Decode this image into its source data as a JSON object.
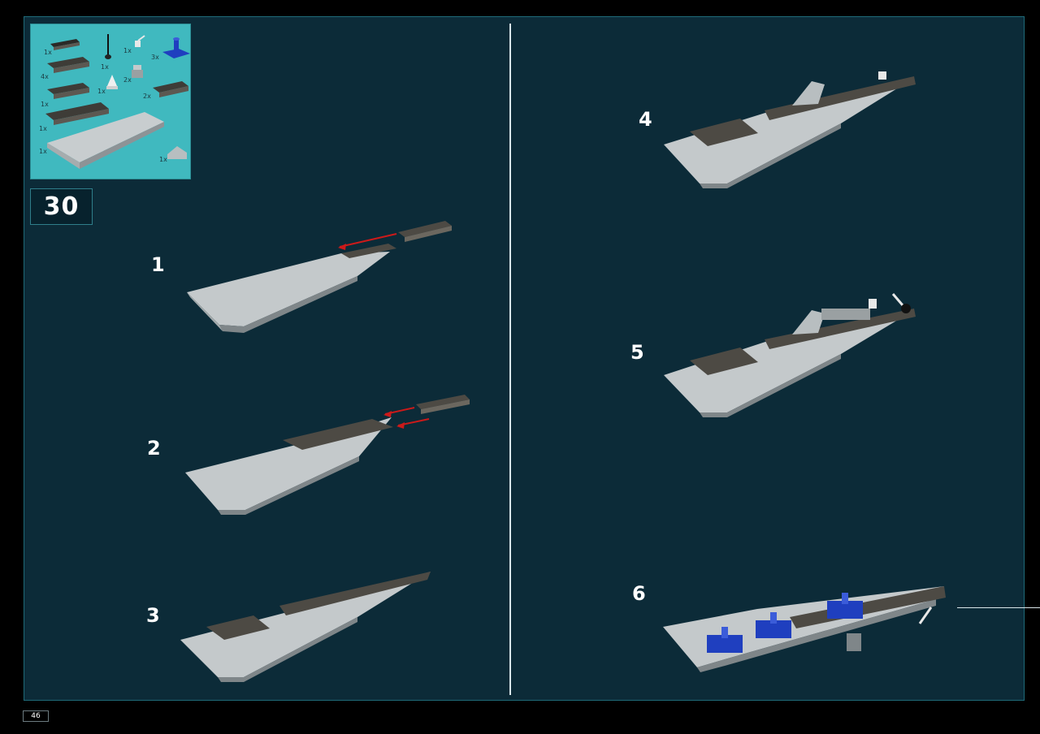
{
  "step": {
    "number": "30"
  },
  "substeps": [
    {
      "label": "1"
    },
    {
      "label": "2"
    },
    {
      "label": "3"
    },
    {
      "label": "4"
    },
    {
      "label": "5"
    },
    {
      "label": "6"
    }
  ],
  "parts_list": [
    {
      "qty": "1x",
      "part": "dark-tile-1x4"
    },
    {
      "qty": "1x",
      "part": "antenna-black"
    },
    {
      "qty": "1x",
      "part": "light-grey-lever"
    },
    {
      "qty": "3x",
      "part": "blue-plate-with-bar"
    },
    {
      "qty": "4x",
      "part": "dark-plate-1x4"
    },
    {
      "qty": "1x",
      "part": "white-cone"
    },
    {
      "qty": "2x",
      "part": "light-grey-bracket"
    },
    {
      "qty": "1x",
      "part": "dark-plate-2x4"
    },
    {
      "qty": "2x",
      "part": "dark-plate-1x4-b"
    },
    {
      "qty": "1x",
      "part": "dark-plate-1x6"
    },
    {
      "qty": "1x",
      "part": "light-grey-wedge-plate"
    },
    {
      "qty": "1x",
      "part": "light-grey-slope"
    }
  ],
  "page": {
    "number": "46"
  },
  "colors": {
    "background": "#0c2b38",
    "parts_panel": "#40b9bf",
    "light_grey": "#b8bec0",
    "dark_grey": "#4d4a44",
    "blue": "#1f3fbf",
    "arrow": "#cc1a1a"
  }
}
